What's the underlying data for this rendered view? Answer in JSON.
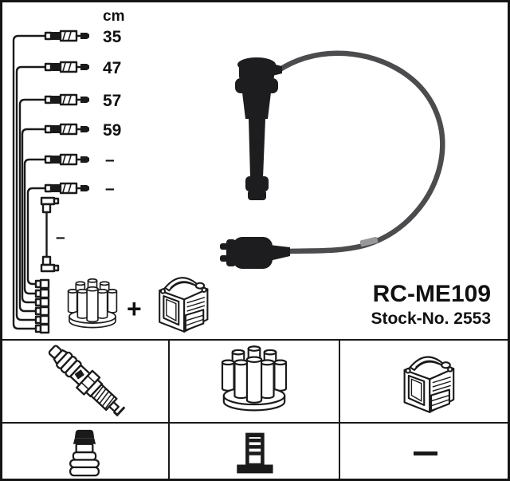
{
  "colors": {
    "ink": "#1a1a1a",
    "cable_gray": "#4c4c4f",
    "boot_black": "#1d1d1f",
    "label_patch": "#98989b",
    "background": "#ffffff"
  },
  "schematic": {
    "unit_header": "cm",
    "cable_lengths": [
      "35",
      "47",
      "57",
      "59",
      "–",
      "–"
    ],
    "coil_lead_length": "–",
    "plus_sign": "+"
  },
  "product": {
    "model": "RC-ME109",
    "stock_no": "Stock-No. 2553"
  },
  "grid": {
    "cells": [
      {
        "name": "spark-plug"
      },
      {
        "name": "distributor-cap"
      },
      {
        "name": "ignition-coil"
      },
      {
        "name": "plug-terminal-nut"
      },
      {
        "name": "distributor-terminal"
      },
      {
        "name": "no-component-dash",
        "label": "–"
      }
    ]
  }
}
